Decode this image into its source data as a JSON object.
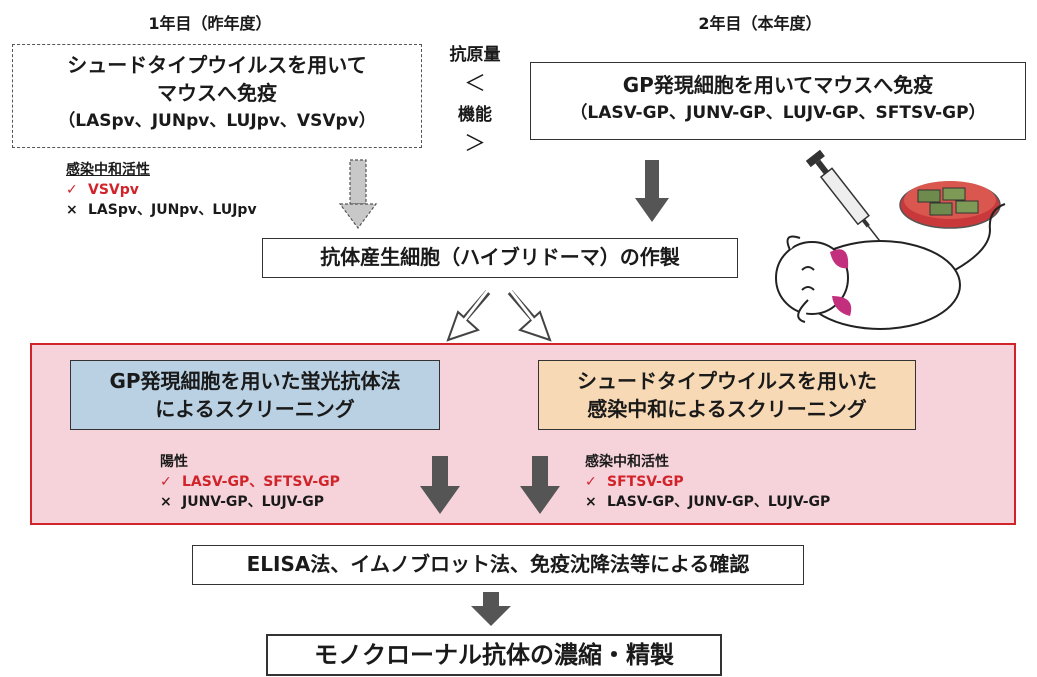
{
  "year1": {
    "heading": "1年目（昨年度）",
    "line1": "シュードタイプウイルスを用いて",
    "line2": "マウスへ免疫",
    "line3": "（LASpv、JUNpv、LUJpv、VSVpv）",
    "result_title": "感染中和活性",
    "check_mark": "✓",
    "check_text": "VSVpv",
    "cross_mark": "×",
    "cross_text": "LASpv、JUNpv、LUJpv"
  },
  "middle": {
    "top": "抗原量",
    "lt": "＜",
    "bottom": "機能",
    "gt": "＞"
  },
  "year2": {
    "heading": "2年目（本年度）",
    "line1": "GP発現細胞を用いてマウスへ免疫",
    "line2": "（LASV-GP、JUNV-GP、LUJV-GP、SFTSV-GP）"
  },
  "hybridoma": "抗体産生細胞（ハイブリドーマ）の作製",
  "screen_left": {
    "line1": "GP発現細胞を用いた蛍光抗体法",
    "line2": "によるスクリーニング",
    "result_title": "陽性",
    "check_mark": "✓",
    "check_text": "LASV-GP、SFTSV-GP",
    "cross_mark": "×",
    "cross_text": "JUNV-GP、LUJV-GP"
  },
  "screen_right": {
    "line1": "シュードタイプウイルスを用いた",
    "line2": "感染中和によるスクリーニング",
    "result_title": "感染中和活性",
    "check_mark": "✓",
    "check_text": "SFTSV-GP",
    "cross_mark": "×",
    "cross_text": "LASV-GP、JUNV-GP、LUJV-GP"
  },
  "confirm": "ELISA法、イムノブロット法、免疫沈降法等による確認",
  "final": "モノクローナル抗体の濃縮・精製",
  "colors": {
    "red": "#d1232a",
    "screen_panel_bg": "#f6d3da",
    "screen_panel_border": "#d1232a",
    "left_box_bg": "#b9d1e3",
    "right_box_bg": "#f8d9b5",
    "arrow_gray": "#555555"
  },
  "icons": [
    "mouse-illustration",
    "syringe-icon",
    "cell-culture-dish-icon"
  ]
}
